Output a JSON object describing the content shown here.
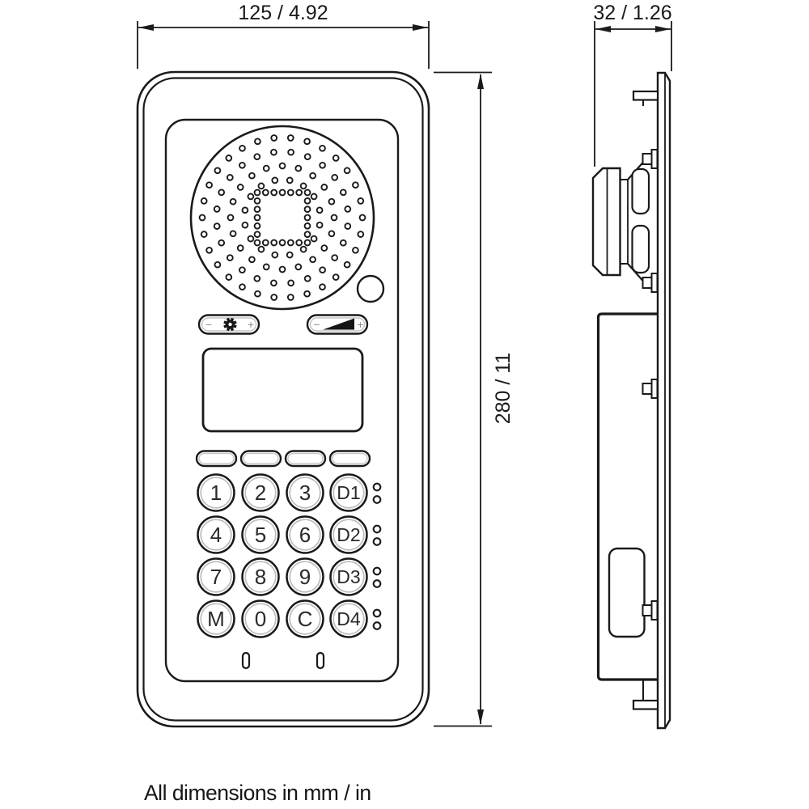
{
  "drawing": {
    "type": "technical-dimension-drawing",
    "subject": "intercom door station, front and side views"
  },
  "colors": {
    "line": "#1a1a1a",
    "muted_gray": "#8f8f8f",
    "inner_edge_gray": "#c3c3c3",
    "background": "#ffffff"
  },
  "dimensions": {
    "width_label": "125 / 4.92",
    "depth_label": "32 / 1.26",
    "height_label": "280 / 11"
  },
  "footer_note": "All dimensions in mm / in",
  "front_view": {
    "settings_control": {
      "minus_label": "−",
      "plus_label": "+",
      "icon": "gear-icon"
    },
    "volume_control": {
      "minus_label": "−",
      "plus_label": "+",
      "icon": "volume-wedge-icon"
    },
    "display": {
      "content": ""
    },
    "softkey_count": 4,
    "keypad": {
      "rows": [
        [
          "1",
          "2",
          "3",
          "D1"
        ],
        [
          "4",
          "5",
          "6",
          "D2"
        ],
        [
          "7",
          "8",
          "9",
          "D3"
        ],
        [
          "M",
          "0",
          "C",
          "D4"
        ]
      ],
      "led_pairs_per_direct_key": 2
    }
  }
}
